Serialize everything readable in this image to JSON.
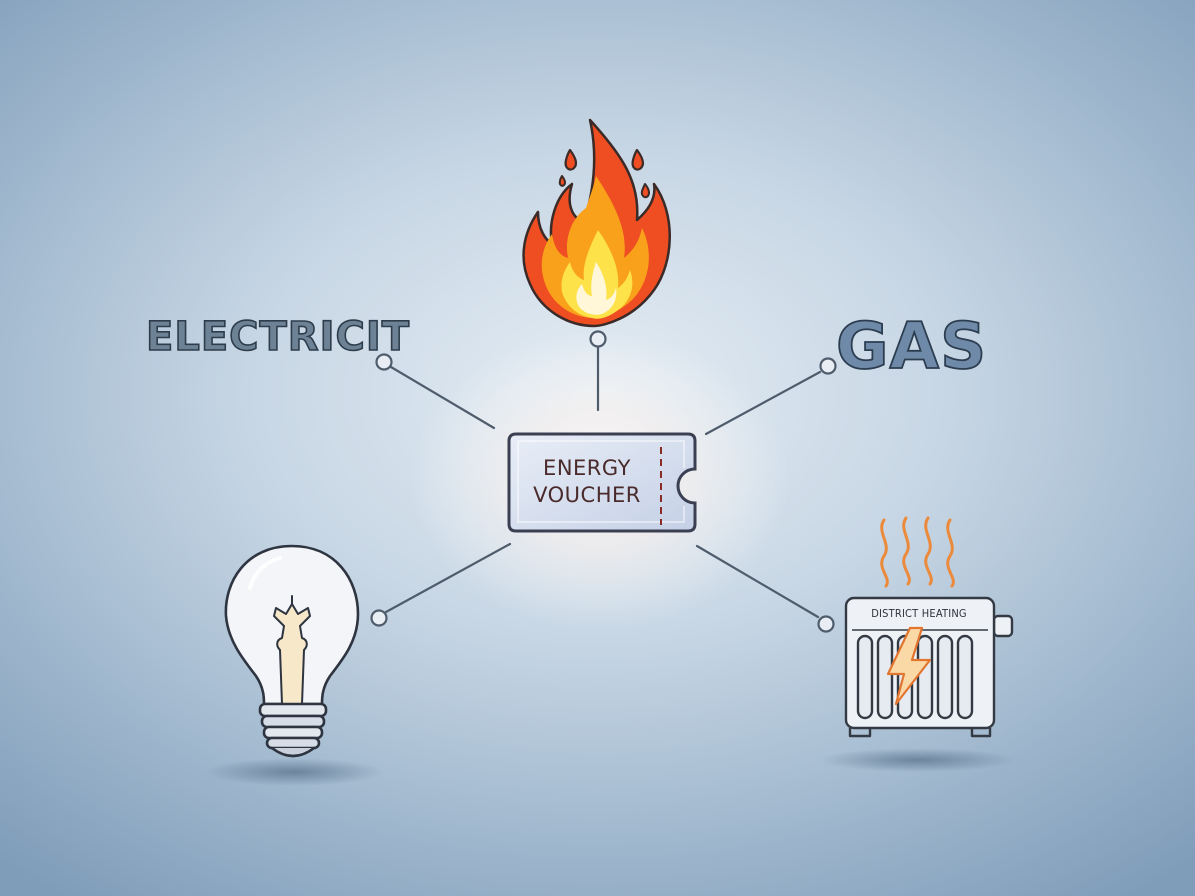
{
  "nodes": {
    "center": {
      "line1": "ENERGY",
      "line2": "VOUCHER"
    },
    "electricity": {
      "label": "ELECTRICIT"
    },
    "gas": {
      "label": "GAS"
    },
    "district_heating": {
      "label": "DISTRICT HEATING"
    }
  },
  "icons": {
    "top": "flame-icon",
    "bottom_left": "light-bulb-icon",
    "bottom_right": "radiator-icon",
    "center": "ticket-icon"
  },
  "colors": {
    "flame_outer": "#ee4e22",
    "flame_mid": "#f9a11b",
    "flame_inner": "#fde24a",
    "connector": "#4f5c6b",
    "heat_waves": "#ec8a3c"
  }
}
